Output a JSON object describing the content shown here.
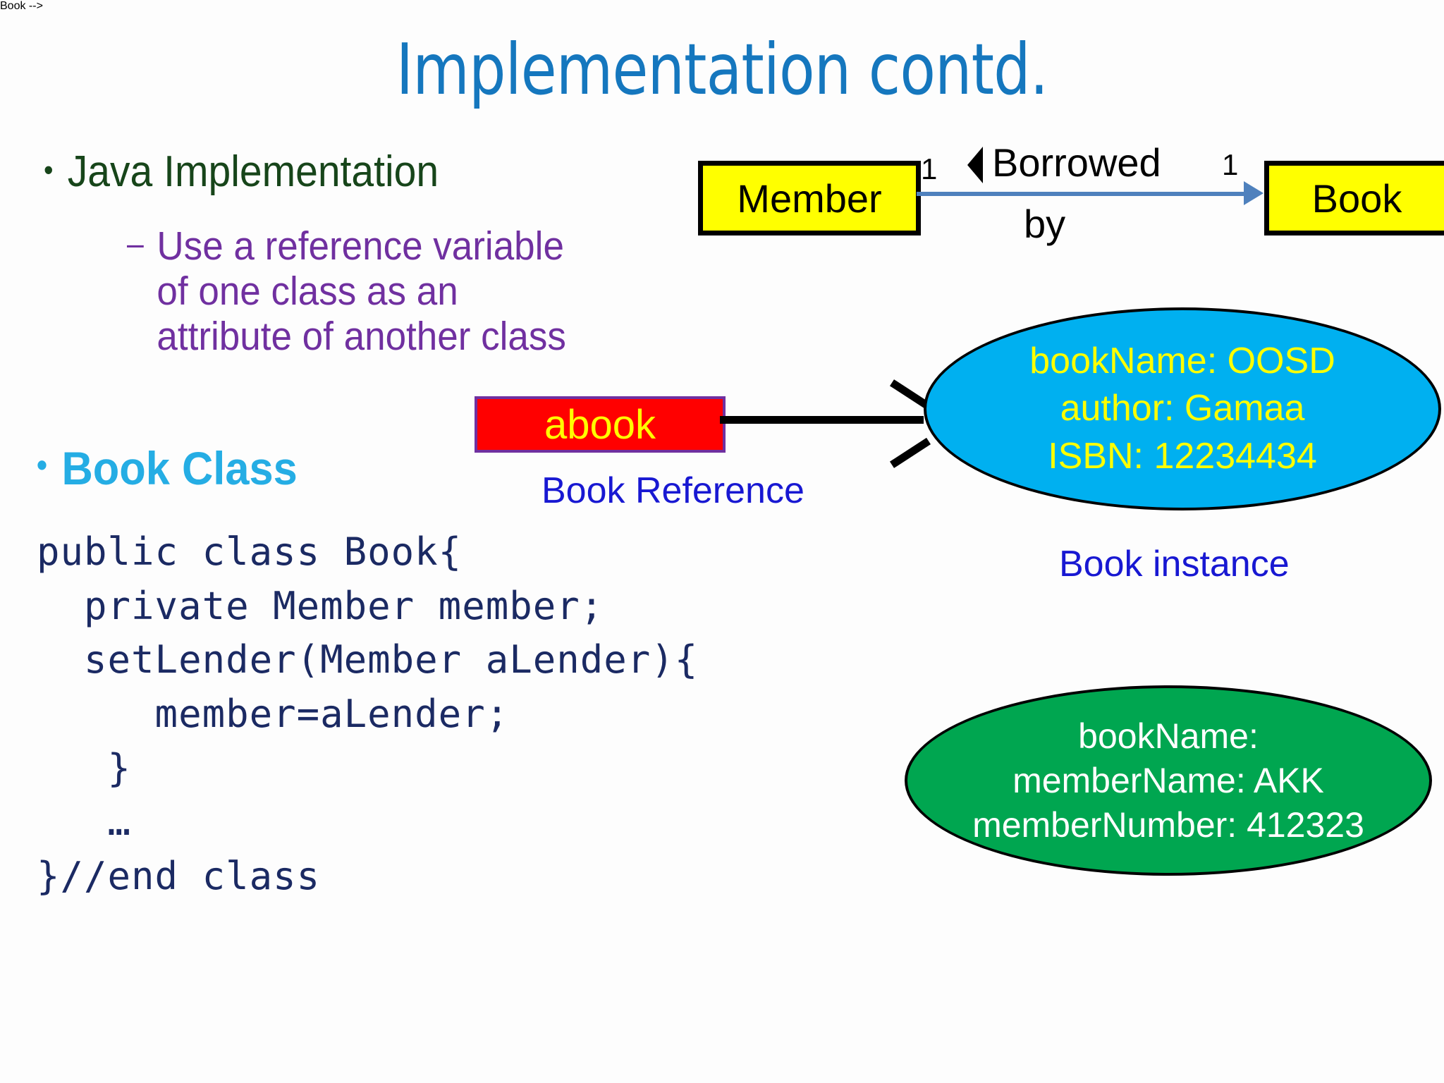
{
  "slide": {
    "title": "Implementation contd.",
    "title_color": "#1577be",
    "background": "#fdfdfd"
  },
  "bullets": {
    "java_implementation": {
      "marker": "•",
      "text": "Java Implementation",
      "color": "#17451a"
    },
    "use_reference": {
      "marker": "–",
      "lines": [
        "Use a reference variable",
        "of one class as an",
        "attribute of another class"
      ],
      "text": "Use a reference variable of one class as an attribute of another class",
      "color": "#7030a0"
    },
    "book_class": {
      "marker": "•",
      "text": "Book Class",
      "color": "#25ade4"
    }
  },
  "code": {
    "language": "java",
    "color": "#1b2a63",
    "lines": [
      "public class Book{",
      "  private Member member;",
      "  setLender(Member aLender){",
      "     member=aLender;",
      "   }",
      "   …",
      "}//end class"
    ],
    "text": "public class Book{\n  private Member member;\n  setLender(Member aLender){\n     member=aLender;\n   }\n   …\n}//end class"
  },
  "class_diagram": {
    "source_class": "Member",
    "target_class": "Book",
    "source_multiplicity": "1",
    "target_multiplicity": "1",
    "association_label_line1": "Borrowed",
    "association_label_line2": "by",
    "association_label": "Borrowed by",
    "reading_direction_marker": "◀",
    "box_fill": "#ffff00",
    "box_border": "#000000",
    "arrow_color": "#4f81bd"
  },
  "reference": {
    "variable_name": "abook",
    "caption": "Book Reference",
    "box_fill": "#ff0000",
    "box_border": "#7030a0",
    "text_color": "#ffff00",
    "caption_color": "#1818d2",
    "arrow_color": "#000000"
  },
  "book_instance": {
    "caption": "Book instance",
    "caption_color": "#1818d2",
    "fill": "#00b0f0",
    "text_color": "#ffff00",
    "attributes": [
      "bookName: OOSD",
      "author: Gamaa",
      "ISBN: 12234434"
    ]
  },
  "member_instance": {
    "fill": "#00a650",
    "text_color": "#ffffff",
    "attributes": [
      "bookName:",
      "memberName: AKK",
      "memberNumber: 412323"
    ]
  }
}
